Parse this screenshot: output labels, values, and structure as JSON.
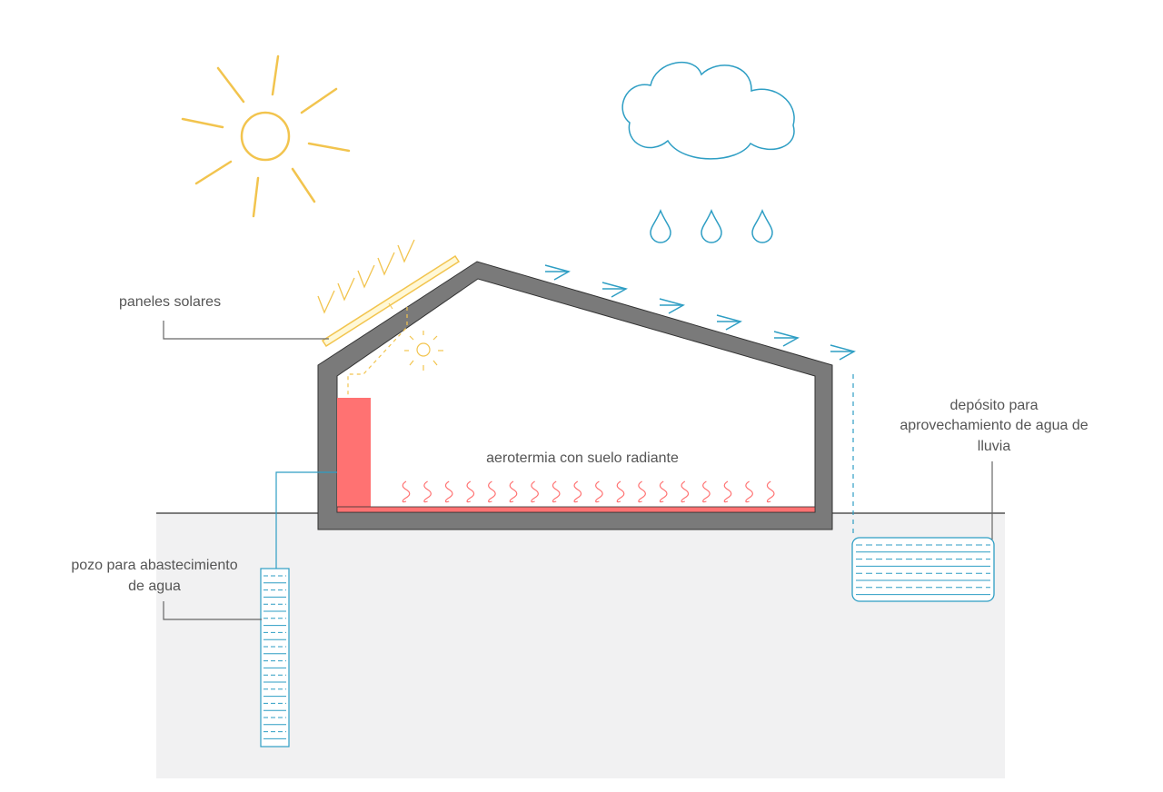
{
  "labels": {
    "solar_panels": "paneles solares",
    "aerothermal": "aerotermia con suelo radiante",
    "well_line1": "pozo para abastecimiento",
    "well_line2": "de agua",
    "tank_line1": "depósito para",
    "tank_line2": "aprovechamiento de agua de",
    "tank_line3": "lluvia"
  },
  "colors": {
    "sun": "#f2c44e",
    "water": "#2e9ec4",
    "heat": "#ff7272",
    "house": "#7a7a7a",
    "ground": "#f1f1f2",
    "leader": "#666666"
  },
  "icons": [
    "sun-icon",
    "cloud-icon",
    "raindrop-icon",
    "bulb-icon",
    "wind-arrow-icon",
    "heat-wave-icon"
  ]
}
